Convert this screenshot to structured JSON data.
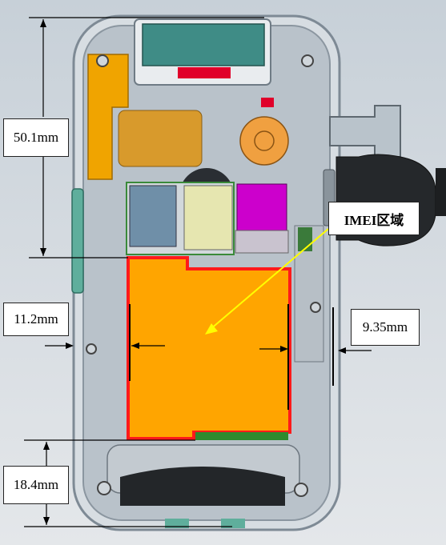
{
  "labels": {
    "top_dimension": "50.1mm",
    "left_margin": "11.2mm",
    "right_margin": "9.35mm",
    "bottom_dimension": "18.4mm",
    "imei_area": "IMEI区域"
  },
  "colors": {
    "imei_fill": "#ffa500",
    "imei_border": "#ff1a1a",
    "callout_arrow": "#ffff00",
    "dimension_line": "#000000"
  }
}
